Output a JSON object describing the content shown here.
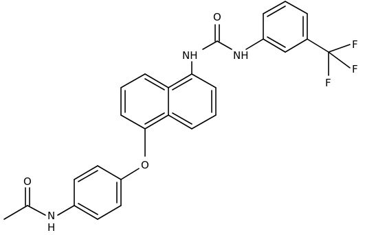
{
  "labels": {
    "carbonyl_O_urea": "O",
    "NH_urea_left": "NH",
    "NH_urea_right": "NH",
    "F_top": "F",
    "F_right": "F",
    "F_bottom": "F",
    "ether_O": "O",
    "acetyl_O": "O",
    "NH_acetamide": "N",
    "H_acetamide": "H"
  },
  "colors": {
    "bond": "#000000",
    "text": "#000000",
    "background": "#ffffff"
  }
}
